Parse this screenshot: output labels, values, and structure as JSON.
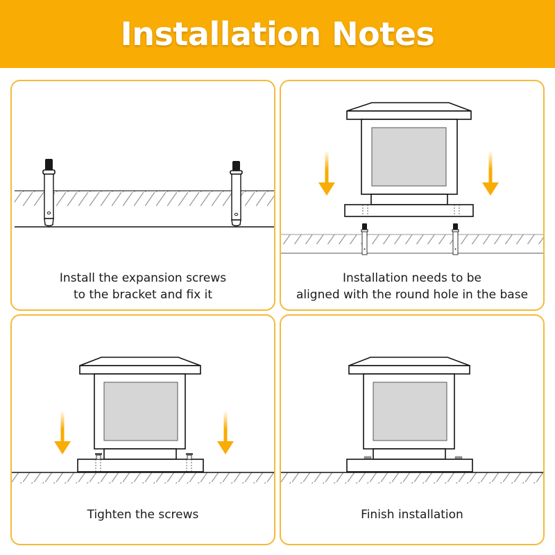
{
  "header": {
    "title": "Installation Notes",
    "background_color": "#F9AC04",
    "text_color": "#FFFFFF"
  },
  "panel_border_color": "#F5B93A",
  "arrow_color": "#F9AC04",
  "steps": [
    {
      "step": 1,
      "caption_lines": [
        "Install the expansion screws",
        "to the bracket and fix it"
      ],
      "illustration": "expansion-screws-in-ground"
    },
    {
      "step": 2,
      "caption_lines": [
        "Installation needs to be",
        "aligned with the round hole in the base"
      ],
      "illustration": "lamp-lowered-onto-screws"
    },
    {
      "step": 3,
      "caption_lines": [
        "Tighten the screws"
      ],
      "illustration": "lamp-on-ground-screws-visible"
    },
    {
      "step": 4,
      "caption_lines": [
        "Finish installation"
      ],
      "illustration": "lamp-installed"
    }
  ]
}
